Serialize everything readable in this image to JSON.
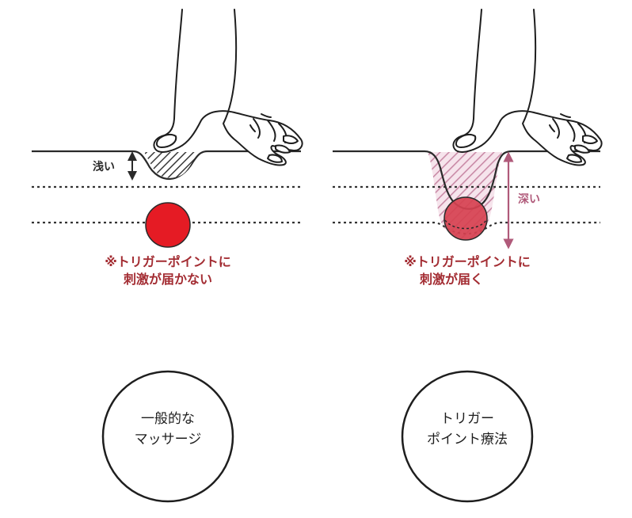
{
  "colors": {
    "line": "#2a2a2a",
    "trigger_fill": "#e51b24",
    "trigger_fill_right": "#d64150",
    "note_text": "#a32c32",
    "deep_accent": "#b05a7a",
    "deep_hatch": "#c98aa6"
  },
  "left_panel": {
    "depth_label": "浅い",
    "note_line1": "※トリガーポイントに",
    "note_line2": "刺激が届かない",
    "circle_line1": "一般的な",
    "circle_line2": "マッサージ"
  },
  "right_panel": {
    "depth_label": "深い",
    "note_line1": "※トリガーポイントに",
    "note_line2": "刺激が届く",
    "circle_line1": "トリガー",
    "circle_line2": "ポイント療法"
  }
}
